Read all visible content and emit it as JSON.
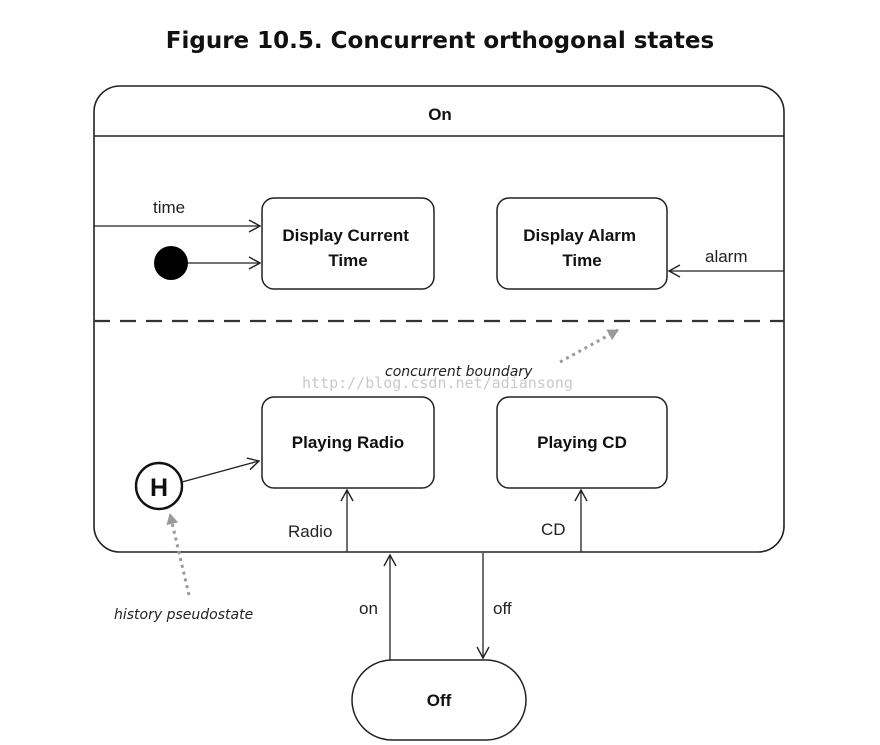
{
  "title": "Figure 10.5. Concurrent orthogonal states",
  "composite_state": {
    "label": "On"
  },
  "states": {
    "display_current_time": [
      "Display Current",
      "Time"
    ],
    "display_alarm_time": [
      "Display Alarm",
      "Time"
    ],
    "playing_radio": "Playing Radio",
    "playing_cd": "Playing CD",
    "off": "Off"
  },
  "history": {
    "label": "H"
  },
  "transitions": {
    "time": "time",
    "alarm": "alarm",
    "radio": "Radio",
    "cd": "CD",
    "on": "on",
    "off": "off"
  },
  "annotations": {
    "concurrent_boundary": "concurrent boundary",
    "history_pseudostate": "history pseudostate"
  },
  "watermark": "http://blog.csdn.net/adiansong"
}
